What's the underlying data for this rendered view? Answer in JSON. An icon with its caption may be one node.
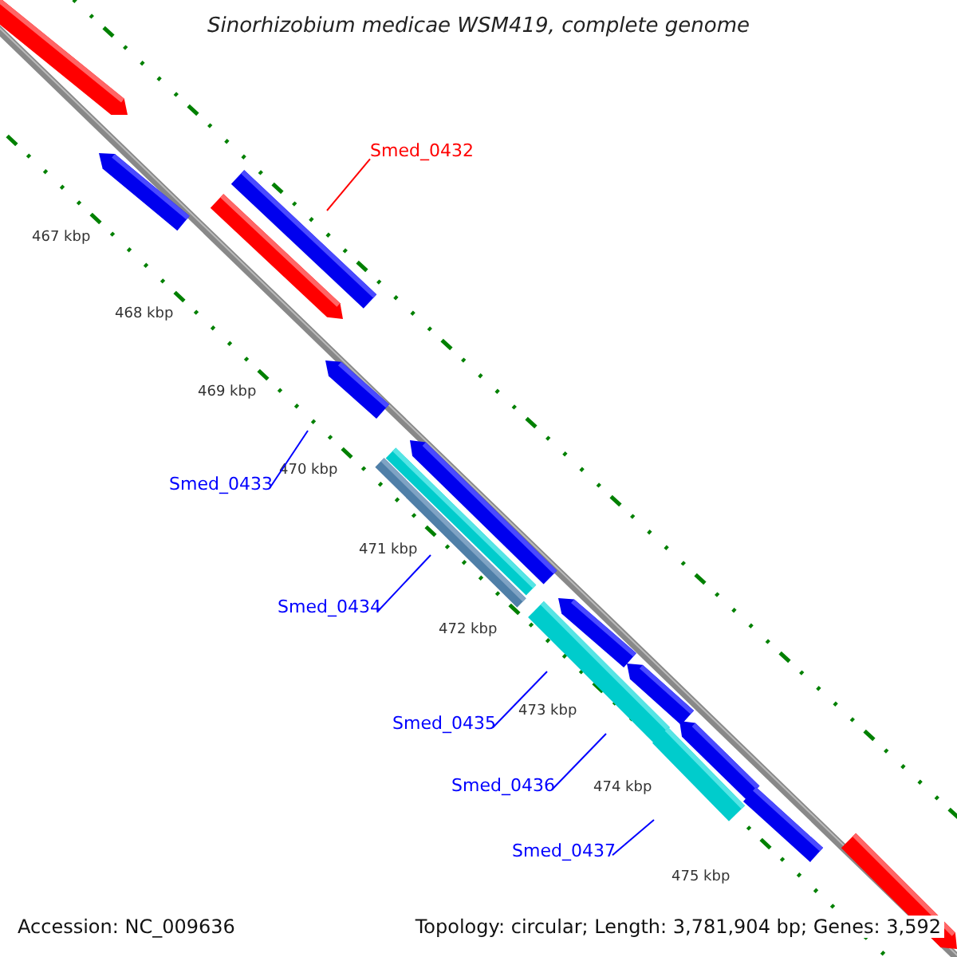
{
  "diagram": {
    "title": "Sinorhizobium medicae WSM419, complete genome",
    "nodes": [
      {
        "text": [
          "Smed_0432"
        ]
      },
      {
        "text": [
          "Smed_0433"
        ]
      },
      {
        "text": [
          "Smed_0434"
        ]
      },
      {
        "text": [
          "Smed_0435"
        ]
      },
      {
        "text": [
          "Smed_0436"
        ]
      },
      {
        "text": [
          "Smed_0437"
        ]
      }
    ],
    "edges": [
      {
        "from": 0,
        "to": null,
        "arrow": "none",
        "color": "#ff0000"
      },
      {
        "from": 1,
        "to": null,
        "arrow": "none"
      },
      {
        "from": 2,
        "to": null,
        "arrow": "none"
      },
      {
        "from": 3,
        "to": null,
        "arrow": "none"
      },
      {
        "from": 4,
        "to": null,
        "arrow": "none"
      },
      {
        "from": 5,
        "to": null,
        "arrow": "none"
      }
    ],
    "labels": [
      "467 kbp",
      "468 kbp",
      "469 kbp",
      "470 kbp",
      "471 kbp",
      "472 kbp",
      "473 kbp",
      "474 kbp",
      "475 kbp",
      "Accession: NC_009636",
      "Topology: circular; Length: 3,781,904 bp; Genes: 3,592"
    ]
  }
}
